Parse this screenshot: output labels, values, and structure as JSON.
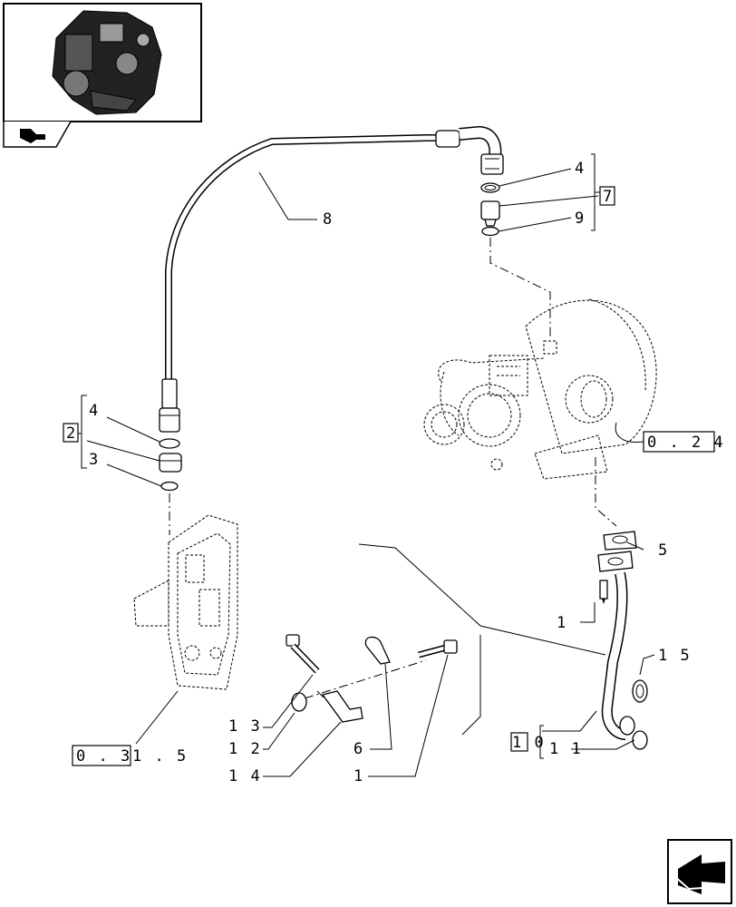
{
  "callouts": {
    "c4_top": "4",
    "c9": "9",
    "c8": "8",
    "c4_left": "4",
    "c3": "3",
    "c5": "5",
    "c1_right": "1",
    "c15": "1 5",
    "c13": "1 3",
    "c12": "1 2",
    "c14": "1 4",
    "c6": "6",
    "c1_bottom": "1",
    "c11": "1 1"
  },
  "group_refs": {
    "g7": "7",
    "g2": "2",
    "g10": "1 0"
  },
  "cross_refs": {
    "turbo_ref": "0 . 2 4",
    "turbo_ref_suffix": ".",
    "block_ref_box": "0 . 3",
    "block_ref_tail": "1 . 5"
  },
  "icons": {
    "thumbnail": "engine-thumbnail-icon",
    "back": "back-arrow-icon",
    "next": "next-page-arrow-icon"
  }
}
